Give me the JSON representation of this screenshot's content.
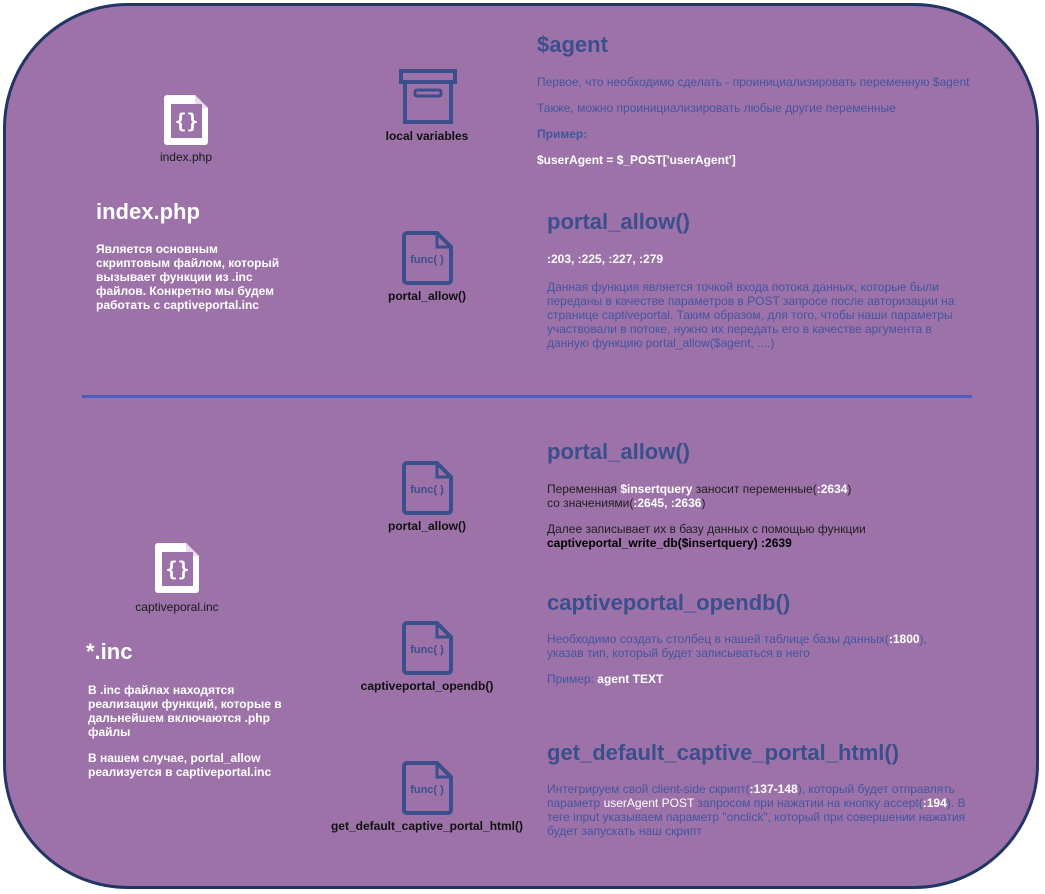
{
  "top": {
    "index_icon_caption": "index.php",
    "local_vars_caption": "local variables",
    "portal_allow_caption": "portal_allow()",
    "index_title": "index.php",
    "index_desc_1": "Является основным скриптовым файлом, который вызывает функции из .inc файлов. Конкретно мы будем работать с ",
    "index_desc_bold": "captiveportal.inc",
    "agent_title": "$agent",
    "agent_line1": "Первое, что необходимо сделать - проинициализировать переменную $agent",
    "agent_line2": "Также, можно проинициализировать любые другие переменные",
    "agent_example_label": "Пример:",
    "agent_example_code": "$userAgent = $_POST['userAgent']",
    "pa_title": "portal_allow()",
    "pa_lines": ":203, :225, :227, :279",
    "pa_desc": "Данная функция является точкой входа потока данных, которые были переданы в качестве параметров в POST запросе после авторизации на странице captiveportal. Таким образом, для того, чтобы наши параметры участвовали в потоке, нужно их передать его в качестве аргумента в данную функцию portal_allow($agent, ....)"
  },
  "bottom": {
    "inc_icon_caption": "captiveporal.inc",
    "inc_title": "*.inc",
    "inc_desc_1": "В .inc файлах находятся реализации функций, которые в дальнейшем включаются .php файлы",
    "inc_desc_2a": "В нашем случае, portal_allow реализуется в ",
    "inc_desc_2b": "captiveportal.inc",
    "func1_caption": "portal_allow()",
    "func2_caption": "captiveportal_opendb()",
    "func3_caption": "get_default_captive_portal_html()",
    "func_icon_label": "func( )",
    "pa_title": "portal_allow()",
    "pa_p1_a": "Переменная ",
    "pa_p1_b": "$insertquery",
    "pa_p1_c": " заносит переменные(",
    "pa_p1_d": ":2634",
    "pa_p1_e": ")",
    "pa_p1_f": "со значениями(",
    "pa_p1_g": ":2645, :2636",
    "pa_p1_h": ")",
    "pa_p2_a": "Далее записывает их в базу данных с помощью функции",
    "pa_p2_b": "captiveportal_write_db($insertquery) :2639",
    "opendb_title": "captiveportal_opendb()",
    "opendb_p1_a": "Необходимо создать столбец в нашей таблице базы данных(",
    "opendb_p1_b": ":1800",
    "opendb_p1_c": "), указав тип, который будет записываться в него",
    "opendb_p2_a": "Пример: ",
    "opendb_p2_b": "agent TEXT",
    "html_title": "get_default_captive_portal_html()",
    "html_p_a": "Интегрируем свой client-side скрипт(",
    "html_p_b": ":137-148",
    "html_p_c": "), который будет отправлять параметр ",
    "html_p_d": "userAgent POST",
    "html_p_e": " запросом при нажатии на кнопку accept(",
    "html_p_f": ":194",
    "html_p_g": "). В теге input указываем параметр \"onclick\", который при совершении нажатия будет запускать наш скрипт"
  },
  "colors": {
    "panel": "#9c72a8",
    "panel_border": "#223565",
    "heading_blue": "#3b4f8c",
    "body_blue": "#4455a0",
    "divider": "#4d5dbf",
    "white": "#ffffff"
  },
  "icons": [
    "code-file-icon",
    "archive-box-icon",
    "func-file-icon"
  ]
}
